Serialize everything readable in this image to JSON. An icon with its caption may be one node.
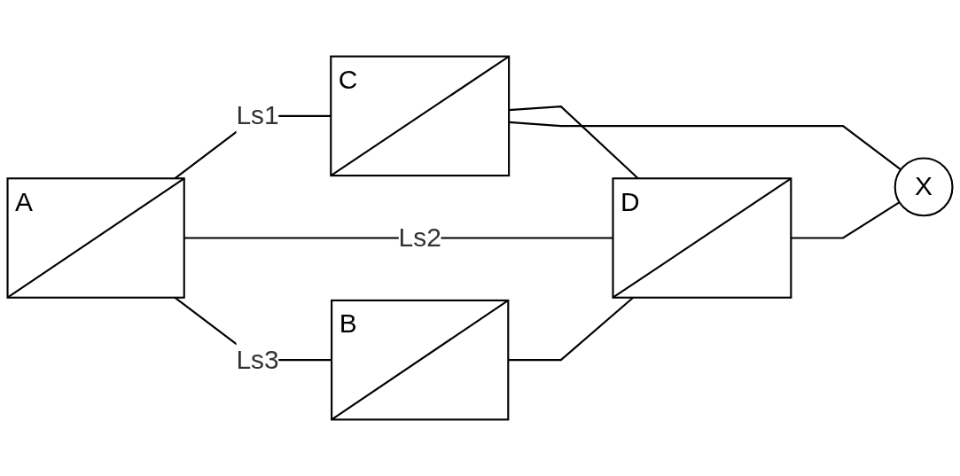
{
  "diagram": {
    "nodes": [
      {
        "text": [
          "A"
        ]
      },
      {
        "text": [
          "B"
        ]
      },
      {
        "text": [
          "C"
        ]
      },
      {
        "text": [
          "D"
        ]
      },
      {
        "text": [
          "X"
        ]
      }
    ],
    "edges": [
      {
        "from": 0,
        "to": 2,
        "arrow": "none",
        "label": "Ls1"
      },
      {
        "from": 0,
        "to": 3,
        "arrow": "none",
        "label": "Ls2"
      },
      {
        "from": 0,
        "to": 1,
        "arrow": "none",
        "label": "Ls3"
      },
      {
        "from": 1,
        "to": 3,
        "arrow": "none"
      },
      {
        "from": 2,
        "to": 3,
        "arrow": "none"
      },
      {
        "from": 2,
        "to": 4,
        "arrow": "none"
      },
      {
        "from": 3,
        "to": 4,
        "arrow": "none"
      }
    ]
  }
}
